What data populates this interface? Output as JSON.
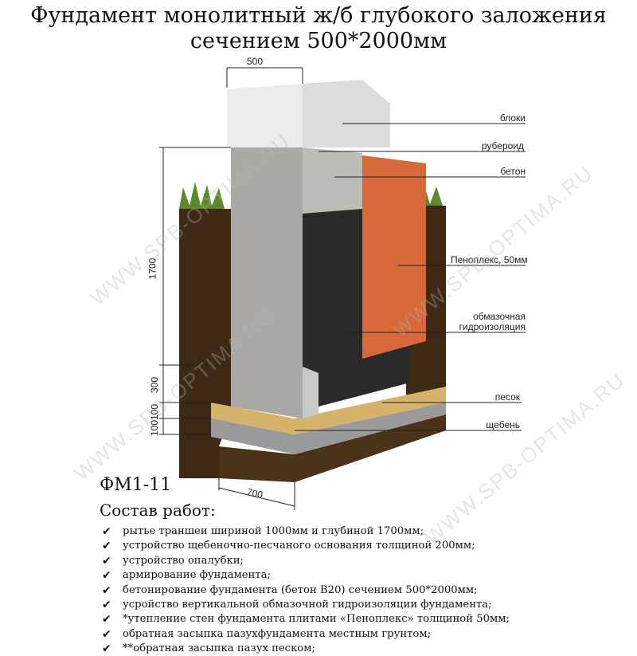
{
  "title": {
    "line1": "Фундамент монолитный ж/б глубокого заложения",
    "line2": "сечением 500*2000мм"
  },
  "dimensions": {
    "top": "500",
    "d1700": "1700",
    "d300": "300",
    "d100a": "100",
    "d100b": "100",
    "bottom": "700"
  },
  "labels": {
    "blocks": "блоки",
    "ruberoid": "рубероид",
    "concrete": "бетон",
    "penoplex": "Пеноплекс, 50мм",
    "waterproof1": "обмазочная",
    "waterproof2": "гидроизоляция",
    "sand": "песок",
    "gravel": "щебень"
  },
  "watermark": "WWW.SPB-OPTIMA.RU",
  "code": "ФМ1-11",
  "works": {
    "heading": "Состав работ:",
    "items": [
      "рытье траншеи шириной 1000мм и глубиной 1700мм;",
      "устройство щебеночно-песчаного основания толщиной 200мм;",
      "устройство опалубки;",
      "армирование фундамента;",
      "бетонирование фундамента (бетон В20) сечением 500*2000мм;",
      "усройство вертикальной обмазочной гидроизоляции фундамента;",
      "*утепление стен фундамента плитами «Пеноплекс» толщиной 50мм;",
      "обратная засыпка пазухфундамента местным грунтом;",
      "**обратная засыпка пазух песком;"
    ]
  },
  "colors": {
    "soil": "#3e2a14",
    "concrete": "#a9a9a5",
    "penoplex": "#d7683a",
    "bitumen": "#2a2a2a",
    "sand": "#d6b36a",
    "gravel": "#9a9a9a",
    "grass": "#5a8a2a"
  }
}
